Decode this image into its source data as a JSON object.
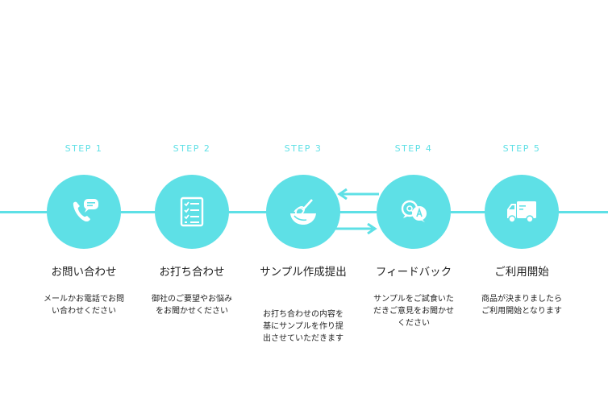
{
  "colors": {
    "accent": "#5ee0e6"
  },
  "steps": [
    {
      "label": "STEP 1",
      "title": "お問い合わせ",
      "description": "メールかお電話でお問い合わせください",
      "icon": "phone-icon"
    },
    {
      "label": "STEP 2",
      "title": "お打ち合わせ",
      "description": "御社のご要望やお悩みをお聞かせください",
      "icon": "checklist-icon"
    },
    {
      "label": "STEP 3",
      "title": "サンプル作成提出",
      "description": "お打ち合わせの内容を基にサンプルを作り提出させていただきます",
      "icon": "whisk-bowl-icon"
    },
    {
      "label": "STEP 4",
      "title": "フィードバック",
      "description": "サンプルをご試食いただきご意見をお聞かせください",
      "icon": "qa-chat-icon"
    },
    {
      "label": "STEP 5",
      "title": "ご利用開始",
      "description": "商品が決まりましたらご利用開始となります",
      "icon": "delivery-truck-icon"
    }
  ]
}
